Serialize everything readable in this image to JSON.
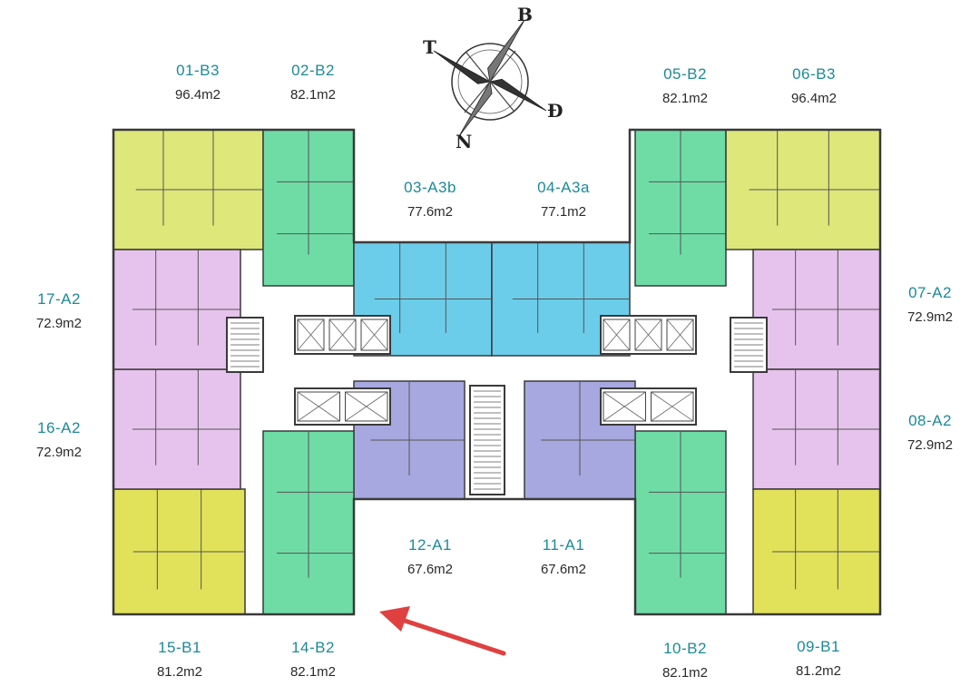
{
  "compass": {
    "north": "B",
    "east": "Đ",
    "south": "N",
    "west": "T"
  },
  "units": [
    {
      "code": "01-B3",
      "area": "96.4m2"
    },
    {
      "code": "02-B2",
      "area": "82.1m2"
    },
    {
      "code": "03-A3b",
      "area": "77.6m2"
    },
    {
      "code": "04-A3a",
      "area": "77.1m2"
    },
    {
      "code": "05-B2",
      "area": "82.1m2"
    },
    {
      "code": "06-B3",
      "area": "96.4m2"
    },
    {
      "code": "07-A2",
      "area": "72.9m2"
    },
    {
      "code": "08-A2",
      "area": "72.9m2"
    },
    {
      "code": "09-B1",
      "area": "81.2m2"
    },
    {
      "code": "10-B2",
      "area": "82.1m2"
    },
    {
      "code": "11-A1",
      "area": "67.6m2"
    },
    {
      "code": "12-A1",
      "area": "67.6m2"
    },
    {
      "code": "14-B2",
      "area": "82.1m2"
    },
    {
      "code": "15-B1",
      "area": "81.2m2"
    },
    {
      "code": "16-A2",
      "area": "72.9m2"
    },
    {
      "code": "17-A2",
      "area": "72.9m2"
    }
  ],
  "colors": {
    "b3": "#dde77a",
    "b2": "#6fdca6",
    "a3": "#6ccdea",
    "a2": "#e6c3ec",
    "a1": "#a8a8e0",
    "b1": "#e2e25a",
    "wall": "#3a3a3a",
    "corridor": "#ffffff",
    "core": "#ffffff",
    "arrow": "#e04040"
  }
}
